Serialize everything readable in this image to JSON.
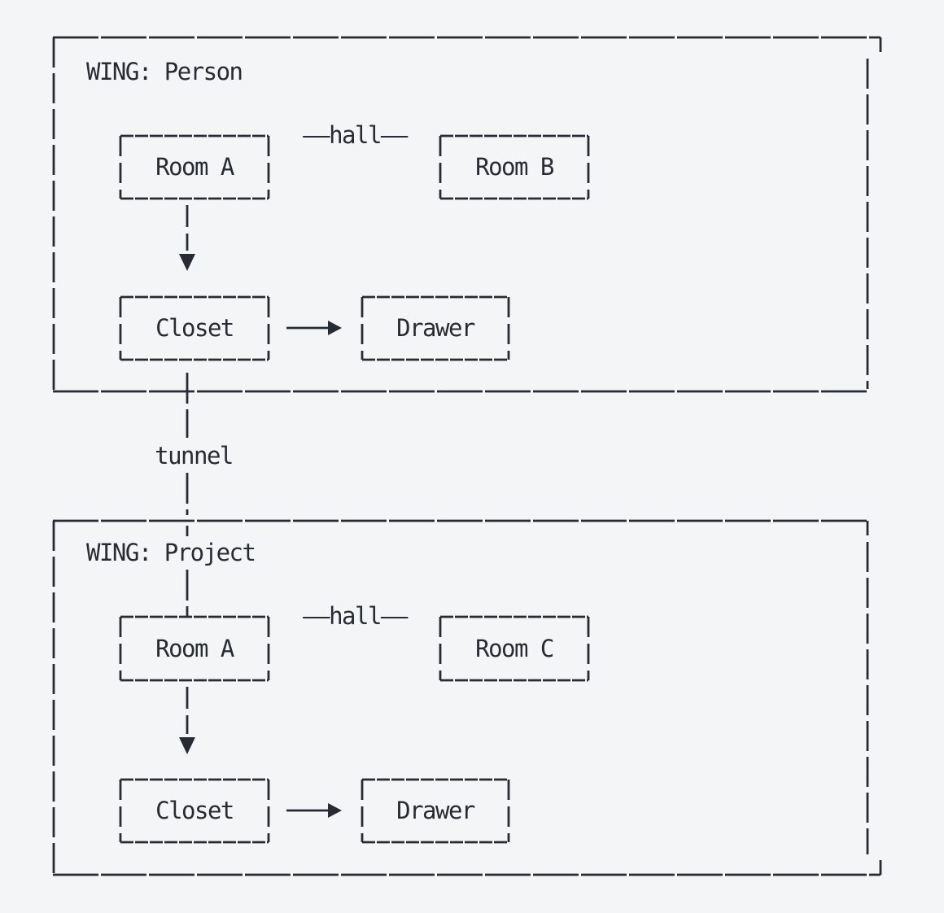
{
  "wings": [
    {
      "title": "WING: Person",
      "hall_label": "——hall——",
      "rooms": {
        "a": "Room A",
        "b": "Room B",
        "closet": "Closet",
        "drawer": "Drawer"
      }
    },
    {
      "title": "WING: Project",
      "hall_label": "——hall——",
      "rooms": {
        "a": "Room A",
        "c": "Room C",
        "closet": "Closet",
        "drawer": "Drawer"
      }
    }
  ],
  "tunnel_label": "tunnel",
  "colors": {
    "background": "#f4f5f7",
    "line": "#272b33"
  },
  "relationships": [
    {
      "wing": "WING: Person",
      "from": "Room A",
      "to": "Room B",
      "connector": "hall"
    },
    {
      "wing": "WING: Person",
      "from": "Room A",
      "to": "Closet",
      "connector": "arrow-down"
    },
    {
      "wing": "WING: Person",
      "from": "Closet",
      "to": "Drawer",
      "connector": "arrow-right"
    },
    {
      "wing": "WING: Project",
      "from": "Room A",
      "to": "Room C",
      "connector": "hall"
    },
    {
      "wing": "WING: Project",
      "from": "Room A",
      "to": "Closet",
      "connector": "arrow-down"
    },
    {
      "wing": "WING: Project",
      "from": "Closet",
      "to": "Drawer",
      "connector": "arrow-right"
    },
    {
      "from": "WING: Person / Closet",
      "to": "WING: Project / Room A",
      "connector": "tunnel"
    }
  ]
}
